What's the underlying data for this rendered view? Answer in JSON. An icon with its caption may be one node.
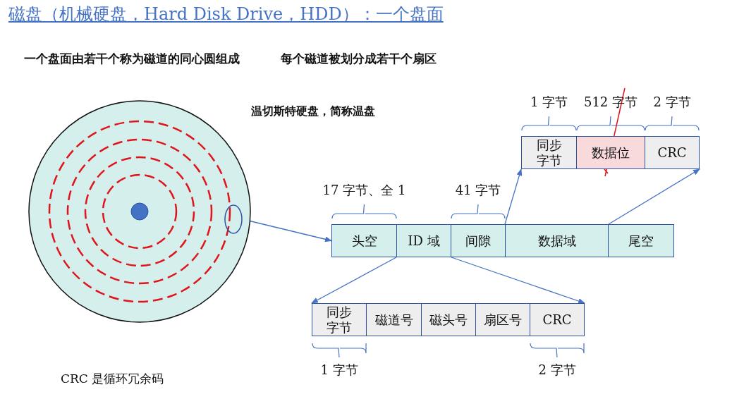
{
  "diagram": {
    "title": "磁盘（机械硬盘，Hard Disk Drive，HDD）：一个盘面",
    "nodes": [
      {
        "text": [],
        "shape": "circle"
      },
      {
        "text": [],
        "shape": "circle",
        "in": 0
      },
      {
        "text": [
          "头空"
        ],
        "beside": [
          "17 字节、全 1"
        ]
      },
      {
        "text": [
          "ID 域"
        ]
      },
      {
        "text": [
          "间隙"
        ],
        "beside": [
          "41 字节"
        ]
      },
      {
        "text": [
          "数据域"
        ]
      },
      {
        "text": [
          "尾空"
        ]
      },
      {
        "text": [
          "同步字节"
        ],
        "beside": [
          "1 字节"
        ]
      },
      {
        "text": [
          "数据位"
        ],
        "beside": [
          "512 字节"
        ]
      },
      {
        "text": [
          "CRC"
        ],
        "beside": [
          "2 字节"
        ]
      },
      {
        "text": [
          "同步字节"
        ],
        "beside": [
          "1 字节"
        ]
      },
      {
        "text": [
          "磁道号"
        ]
      },
      {
        "text": [
          "磁头号"
        ]
      },
      {
        "text": [
          "扇区号"
        ]
      },
      {
        "text": [
          "CRC"
        ],
        "beside": [
          "2 字节"
        ]
      }
    ],
    "edges": [
      {
        "from": 1,
        "to": 2,
        "arrow": "to"
      },
      {
        "from": 3,
        "to": 10,
        "arrow": "to"
      },
      {
        "from": 3,
        "to": 14,
        "arrow": "to"
      },
      {
        "from": 5,
        "to": 7,
        "arrow": "to"
      },
      {
        "from": 5,
        "to": 9,
        "arrow": "to"
      }
    ],
    "labels": [
      "一个盘面由若干个称为磁道的同心圆组成",
      "每个磁道被划分成若干个扇区",
      "温切斯特硬盘，简称温盘",
      "CRC 是循环冗余码"
    ]
  }
}
